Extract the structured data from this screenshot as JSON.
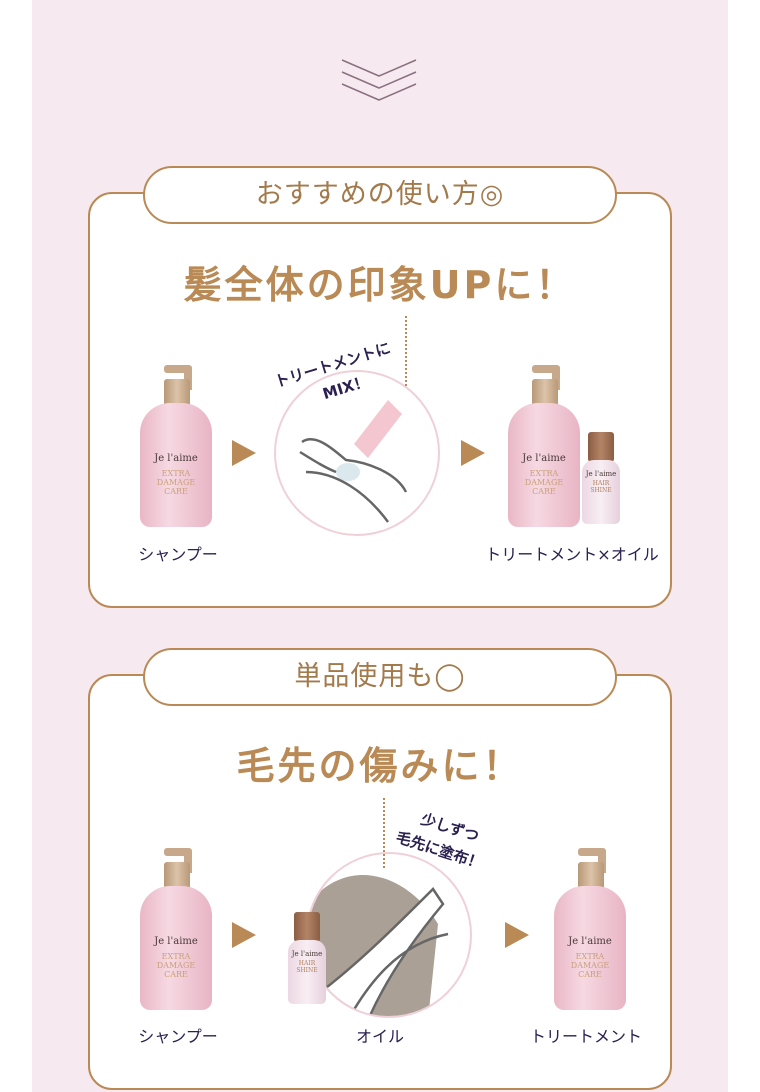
{
  "section1": {
    "label": "おすすめの使い方◎",
    "title": "髪全体の印象UPに！",
    "note_line1": "トリートメントに",
    "note_line2": "MIX！",
    "caption_left": "シャンプー",
    "caption_right": "トリートメント×オイル"
  },
  "section2": {
    "label": "単品使用も◯",
    "title": "毛先の傷みに！",
    "note_line1": "少しずつ",
    "note_line2": "毛先に塗布！",
    "caption_left": "シャンプー",
    "caption_middle": "オイル",
    "caption_right": "トリートメント"
  },
  "product": {
    "brand": "Je l'aime",
    "bottle_line": [
      "EXTRA",
      "DAMAGE",
      "CARE"
    ],
    "oil_line": [
      "HAIR",
      "SHINE"
    ]
  },
  "colors": {
    "accent": "#b98a55",
    "text": "#2b2050",
    "panel": "#f6eaf0"
  }
}
